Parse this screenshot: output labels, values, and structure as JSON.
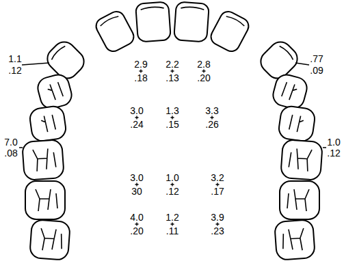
{
  "diagram": {
    "labels": [
      "1.1",
      ".12",
      ".77",
      ".09",
      "2.9",
      "2.2",
      "2.8",
      ".18",
      ".13",
      ".20",
      "3.0",
      "1.3",
      "3.3",
      ".24",
      ".15",
      ".26",
      "7.0",
      ".08",
      "1.0",
      ".12",
      "3.0",
      "1.0",
      "3.2",
      "30",
      ".12",
      ".17",
      "4.0",
      "1.2",
      "3.9",
      ".20",
      ".11",
      ".23"
    ]
  }
}
